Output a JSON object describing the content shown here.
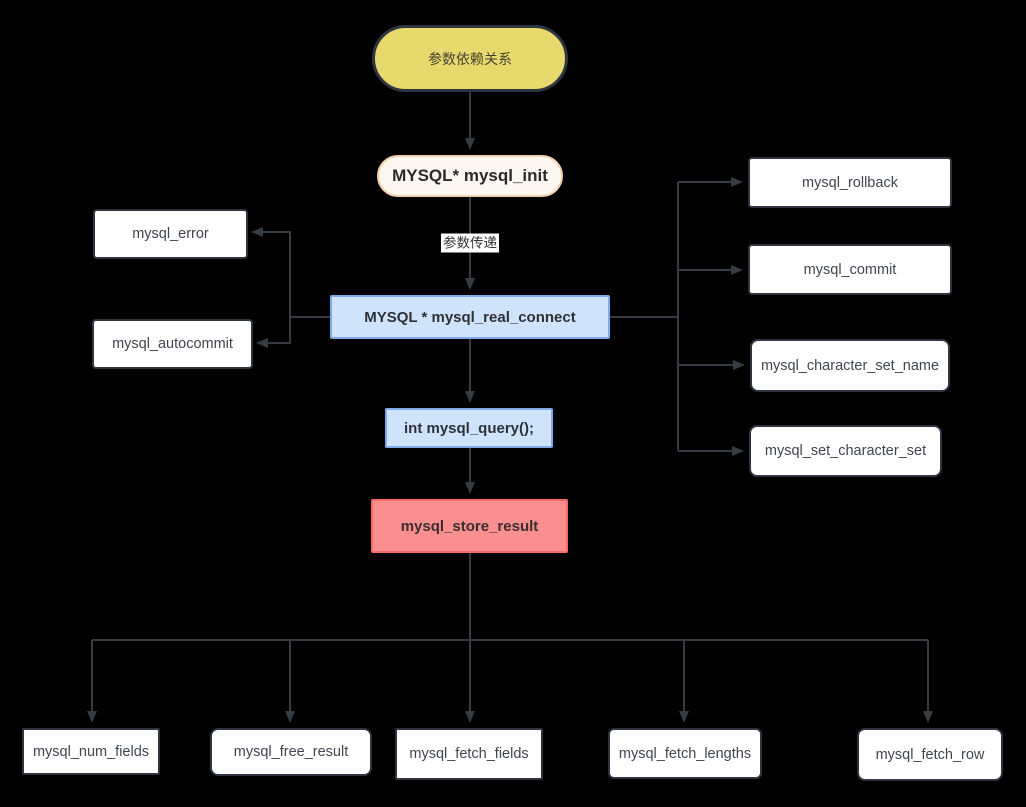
{
  "diagram": {
    "title": "参数依赖关系",
    "nodes": {
      "title": {
        "label": "参数依赖关系"
      },
      "init": {
        "label": "MYSQL* mysql_init"
      },
      "error": {
        "label": "mysql_error"
      },
      "autocommit": {
        "label": "mysql_autocommit"
      },
      "real_connect": {
        "label": "MYSQL * mysql_real_connect"
      },
      "query": {
        "label": "int mysql_query();"
      },
      "store_result": {
        "label": "mysql_store_result"
      },
      "rollback": {
        "label": "mysql_rollback"
      },
      "commit": {
        "label": "mysql_commit"
      },
      "character_set_name": {
        "label": "mysql_character_set_name"
      },
      "set_character_set": {
        "label": "mysql_set_character_set"
      },
      "num_fields": {
        "label": "mysql_num_fields"
      },
      "free_result": {
        "label": "mysql_free_result"
      },
      "fetch_fields": {
        "label": "mysql_fetch_fields"
      },
      "fetch_lengths": {
        "label": "mysql_fetch_lengths"
      },
      "fetch_row": {
        "label": "mysql_fetch_row"
      }
    },
    "edge_labels": {
      "param_pass": "参数传递"
    },
    "colors": {
      "background": "#000000",
      "connector": "#363c44",
      "start_fill": "#e8d96d",
      "start_border": "#2e3440",
      "init_fill": "#fcf7f1",
      "init_border": "#f5cfab",
      "process_fill": "#cfe3fb",
      "process_border": "#7fa9eb",
      "result_fill": "#f9908f",
      "result_border": "#f56a66",
      "box_fill": "#ffffff",
      "box_border": "#2e3540"
    }
  }
}
